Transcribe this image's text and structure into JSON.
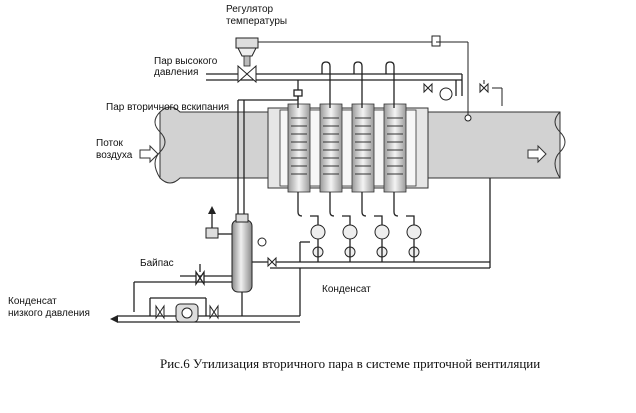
{
  "labels": {
    "temp_regulator_line1": "Регулятор",
    "temp_regulator_line2": "температуры",
    "hp_steam_line1": "Пар высокого",
    "hp_steam_line2": "давления",
    "flash_steam": "Пар вторичного вскипания",
    "airflow_line1": "Поток",
    "airflow_line2": "воздуха",
    "bypass": "Байпас",
    "condensate": "Конденсат",
    "lp_condensate_line1": "Конденсат",
    "lp_condensate_line2": "низкого давления"
  },
  "caption": "Рис.6 Утилизация вторичного пара в системе приточной вентиляции",
  "colors": {
    "pipe": "#222222",
    "duct_fill": "#cfcfcf",
    "coil_fill": "#f2f2f2",
    "vessel_fill": "#e6e6e6"
  }
}
